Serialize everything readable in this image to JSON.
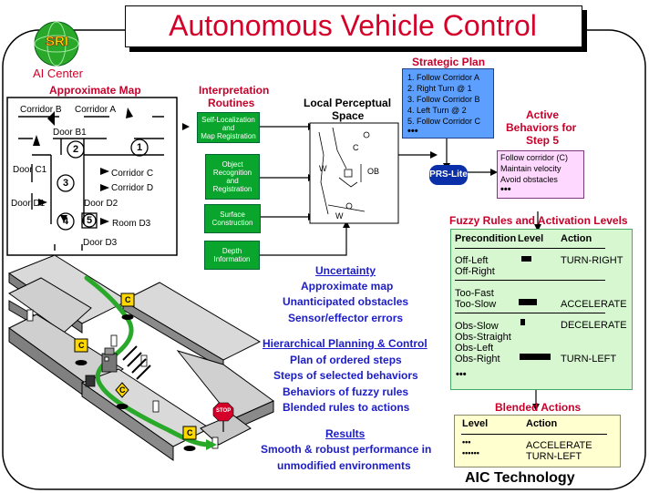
{
  "title": "Autonomous Vehicle Control",
  "logo": {
    "badge": "SRI",
    "caption": "AI Center"
  },
  "footer": "AIC Technology",
  "map": {
    "heading": "Approximate Map",
    "labels": [
      "Corridor B",
      "Corridor A",
      "Door B1",
      "Door C1",
      "Corridor C",
      "Corridor D",
      "Door D1",
      "Door D2",
      "Room D3",
      "Door D3"
    ],
    "nodes": [
      "1",
      "2",
      "3",
      "4",
      "5"
    ]
  },
  "interpretation": {
    "heading_line1": "Interpretation",
    "heading_line2": "Routines",
    "boxes": [
      {
        "line1": "Self-Localization",
        "line2": "and",
        "line3": "Map Registration"
      },
      {
        "line1": "Object",
        "line2": "Recognition",
        "line3": "and Registration"
      },
      {
        "line1": "Surface",
        "line2": "Construction",
        "line3": ""
      },
      {
        "line1": "Depth",
        "line2": "Information",
        "line3": ""
      }
    ]
  },
  "lps": {
    "heading_line1": "Local Perceptual",
    "heading_line2": "Space",
    "marks": [
      "C",
      "W",
      "OB",
      "W"
    ]
  },
  "strategic": {
    "heading": "Strategic Plan",
    "steps": [
      "1. Follow Corridor A",
      "2. Right Turn @ 1",
      "3. Follow Corridor B",
      "4. Left Turn @ 2",
      "5. Follow Corridor C"
    ],
    "more": "•••"
  },
  "active": {
    "heading_line1": "Active",
    "heading_line2": "Behaviors for",
    "heading_line3": "Step 5",
    "items": [
      "Follow corridor (C)",
      "Maintain velocity",
      "Avoid obstacles"
    ],
    "more": "•••"
  },
  "prs": "PRS-Lite",
  "fuzzy": {
    "heading": "Fuzzy Rules and Activation Levels",
    "col_precondition": "Precondition",
    "col_level": "Level",
    "col_action": "Action",
    "groups": [
      {
        "conds": [
          "Off-Left",
          "Off-Right"
        ],
        "level": 0.3,
        "action": "TURN-RIGHT"
      },
      {
        "conds": [
          "Too-Fast",
          "Too-Slow"
        ],
        "level": 0.55,
        "action": "ACCELERATE"
      },
      {
        "conds": [
          "Obs-Slow",
          "Obs-Straight",
          "Obs-Left",
          "Obs-Right"
        ],
        "level": 0.15,
        "action": "DECELERATE",
        "level2": 0.95,
        "action2": "TURN-LEFT"
      }
    ],
    "more": "•••"
  },
  "blended": {
    "heading": "Blended Actions",
    "col_level": "Level",
    "col_action": "Action",
    "rows": [
      {
        "level": "•••",
        "action": "ACCELERATE"
      },
      {
        "level": "••••••",
        "action": "TURN-LEFT"
      }
    ]
  },
  "uncertainty": {
    "heading": "Uncertainty",
    "items": [
      "Approximate map",
      "Unanticipated obstacles",
      "Sensor/effector errors"
    ]
  },
  "planning": {
    "heading": "Hierarchical Planning & Control",
    "items": [
      "Plan of ordered steps",
      "Steps of selected behaviors",
      "Behaviors of fuzzy rules",
      "Blended rules to actions"
    ]
  },
  "results": {
    "heading": "Results",
    "items": [
      "Smooth & robust performance in",
      "unmodified environments"
    ]
  },
  "scene": {
    "markers": [
      "C",
      "C",
      "C",
      "C"
    ],
    "stop": "STOP"
  },
  "colors": {
    "title_red": "#d4002a",
    "heading_blue": "#1c1cc8",
    "box_green": "#0aa52c",
    "plan_blue": "#5c9fff",
    "behavior_pink": "#ffd8ff",
    "fuzzy_green": "#d6f7d0",
    "blend_yellow": "#ffffd0",
    "path_green": "#2aa82a"
  }
}
